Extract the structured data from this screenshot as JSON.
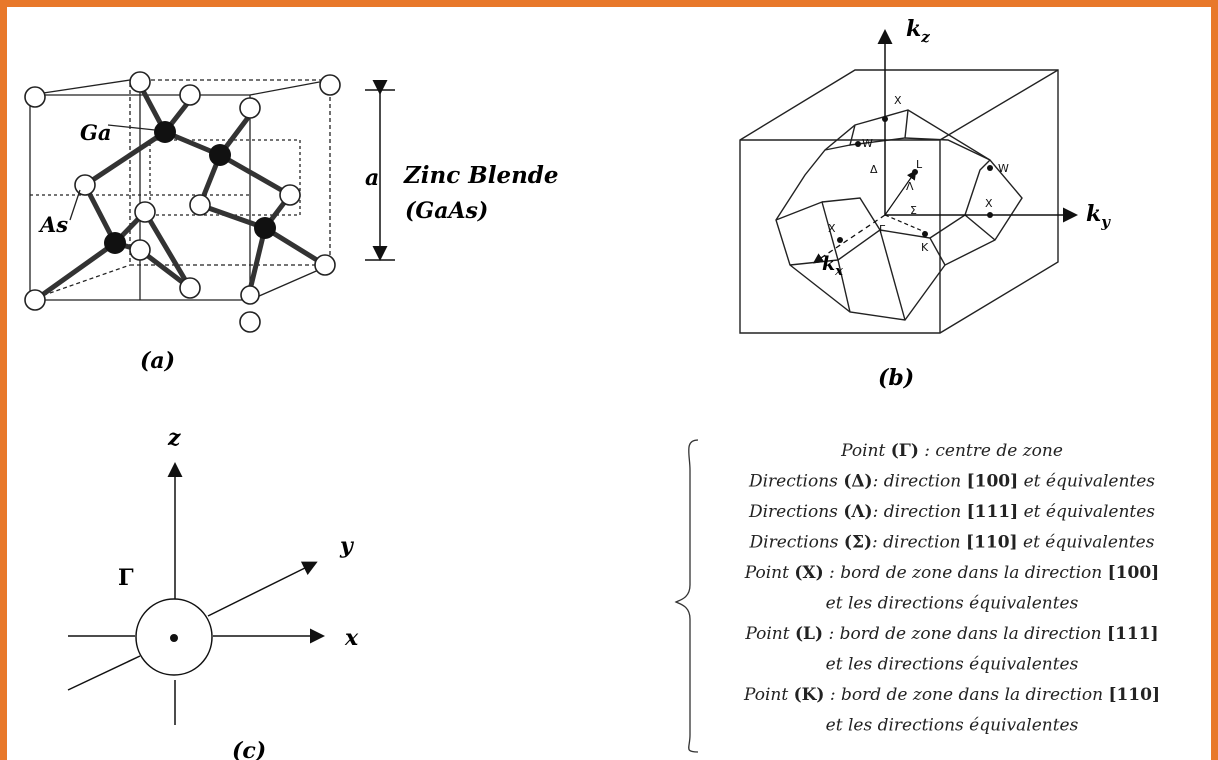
{
  "panel_a": {
    "label_ga": "Ga",
    "label_as": "As",
    "label_a": "a",
    "title_line1": "Zinc Blende",
    "title_line2": "(GaAs)",
    "caption": "(a)"
  },
  "panel_b": {
    "axis_kz_base": "k",
    "axis_kz_sub": "z",
    "axis_ky_base": "k",
    "axis_ky_sub": "y",
    "axis_kx_base": "k",
    "axis_kx_sub": "x",
    "point_x": "X",
    "point_w": "W",
    "point_l": "L",
    "point_k": "K",
    "point_gamma": "Γ",
    "dir_delta": "Δ",
    "dir_lambda": "Λ",
    "dir_sigma": "Σ",
    "caption": "(b)"
  },
  "panel_c": {
    "axis_z": "z",
    "axis_y": "y",
    "axis_x": "x",
    "gamma": "Γ",
    "caption": "(c)"
  },
  "legend": [
    {
      "pre": "Point ",
      "sym": "(Γ)",
      "post": " : centre de zone"
    },
    {
      "pre": "Directions ",
      "sym": "(Δ)",
      "post": ": direction ",
      "br": "[100]",
      "end": " et équivalentes"
    },
    {
      "pre": "Directions ",
      "sym": "(Λ)",
      "post": ": direction ",
      "br": "[111]",
      "end": " et équivalentes"
    },
    {
      "pre": "Directions ",
      "sym": "(Σ)",
      "post": ": direction ",
      "br": "[110]",
      "end": " et équivalentes"
    },
    {
      "pre": "Point ",
      "sym": "(X)",
      "post": "  : bord de zone dans la direction ",
      "br": "[100]"
    },
    {
      "pre": "et les directions équivalentes"
    },
    {
      "pre": "Point ",
      "sym": "(L)",
      "post": "  : bord de zone dans la direction ",
      "br": "[111]"
    },
    {
      "pre": "et les directions équivalentes"
    },
    {
      "pre": "Point ",
      "sym": "(K)",
      "post": "  : bord de zone dans la direction ",
      "br": "[110]"
    },
    {
      "pre": "et les directions équivalentes"
    }
  ],
  "colors": {
    "frame": "#e8782a",
    "ink": "#111111"
  }
}
